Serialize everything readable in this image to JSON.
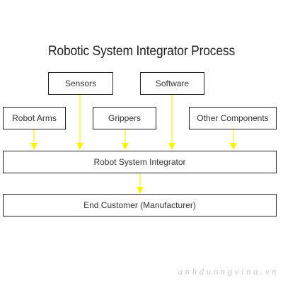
{
  "title": "Robotic System Integrator Process",
  "colors": {
    "arrow": "#f5f500",
    "border": "#222222",
    "text": "#333333",
    "watermark": "#c9c9c9"
  },
  "nodes": {
    "sensors": "Sensors",
    "software": "Software",
    "robot_arms": "Robot Arms",
    "grippers": "Grippers",
    "other_components": "Other Components",
    "integrator": "Robot System Integrator",
    "end_customer": "End Customer (Manufacturer)"
  },
  "edges": [
    {
      "from": "Sensors",
      "to": "Robot System Integrator"
    },
    {
      "from": "Software",
      "to": "Robot System Integrator"
    },
    {
      "from": "Robot Arms",
      "to": "Robot System Integrator"
    },
    {
      "from": "Grippers",
      "to": "Robot System Integrator"
    },
    {
      "from": "Other Components",
      "to": "Robot System Integrator"
    },
    {
      "from": "Robot System Integrator",
      "to": "End Customer (Manufacturer)"
    }
  ],
  "watermark": "anhduongvina.vn"
}
